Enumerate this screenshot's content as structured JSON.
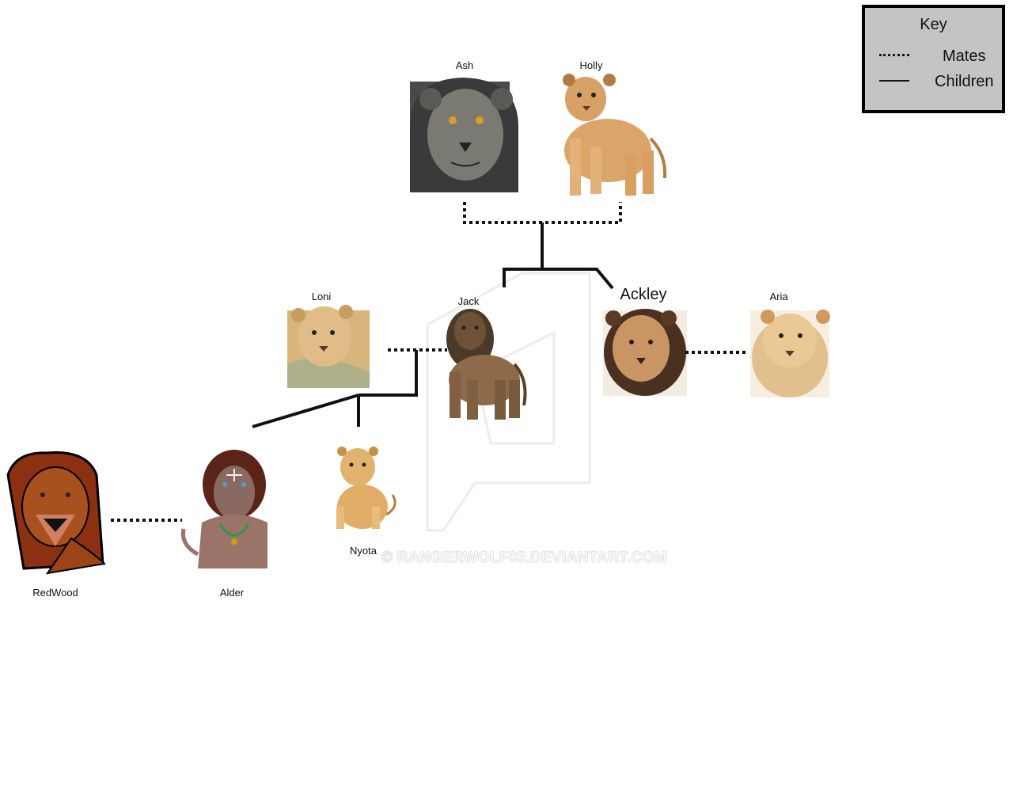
{
  "key": {
    "title": "Key",
    "mates_label": "Mates",
    "children_label": "Children"
  },
  "lions": {
    "ash": {
      "name": "Ash"
    },
    "holly": {
      "name": "Holly"
    },
    "loni": {
      "name": "Loni"
    },
    "jack": {
      "name": "Jack"
    },
    "ackley": {
      "name": "Ackley"
    },
    "aria": {
      "name": "Aria"
    },
    "redwood": {
      "name": "RedWood"
    },
    "alder": {
      "name": "Alder"
    },
    "nyota": {
      "name": "Nyota"
    }
  },
  "watermark": "© RANGERWOLF03.DEVIANTART.COM",
  "colors": {
    "line": "#111111",
    "key_bg": "#c4c4c4"
  }
}
